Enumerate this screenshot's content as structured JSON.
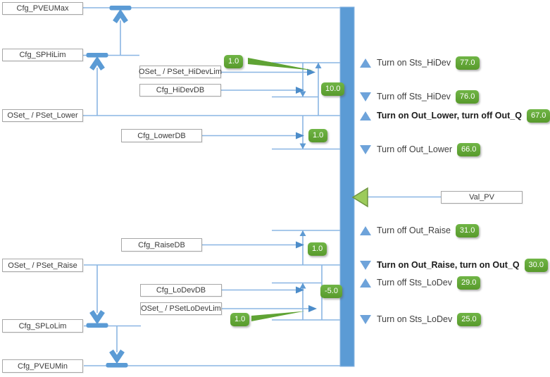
{
  "boxes": {
    "pveumax": "Cfg_PVEUMax",
    "sphilim": "Cfg_SPHiLim",
    "pset_lower": "OSet_ / PSet_Lower",
    "pset_raise": "OSet_ / PSet_Raise",
    "splolim": "Cfg_SPLoLim",
    "pveumin": "Cfg_PVEUMin",
    "hidevlim": "OSet_ / PSet_HiDevLim",
    "hidevdb": "Cfg_HiDevDB",
    "lowerdb": "Cfg_LowerDB",
    "raisedb": "Cfg_RaiseDB",
    "lodevdb": "Cfg_LoDevDB",
    "lodevlim": "OSet_ / PSetLoDevLim",
    "val_pv": "Val_PV"
  },
  "value_badges": {
    "hidevlim_oset": "1.0",
    "hidev_span": "10.0",
    "lower_db": "1.0",
    "raise_db": "1.0",
    "lodev_span": "-5.0",
    "lodevlim_oset": "1.0"
  },
  "thresholds": [
    {
      "direction": "up",
      "label": "Turn on Sts_HiDev",
      "value": "77.0",
      "emphasis": false
    },
    {
      "direction": "down",
      "label": "Turn off Sts_HiDev",
      "value": "76.0",
      "emphasis": false
    },
    {
      "direction": "up",
      "label": "Turn on Out_Lower, turn off Out_Q",
      "value": "67.0",
      "emphasis": true
    },
    {
      "direction": "down",
      "label": "Turn off Out_Lower",
      "value": "66.0",
      "emphasis": false
    },
    {
      "direction": "up",
      "label": "Turn off Out_Raise",
      "value": "31.0",
      "emphasis": false
    },
    {
      "direction": "down",
      "label": "Turn on Out_Raise, turn on Out_Q",
      "value": "30.0",
      "emphasis": true
    },
    {
      "direction": "up",
      "label": "Turn off Sts_LoDev",
      "value": "29.0",
      "emphasis": false
    },
    {
      "direction": "down",
      "label": "Turn on Sts_LoDev",
      "value": "25.0",
      "emphasis": false
    }
  ],
  "colors": {
    "bar_blue": "#5B9BD5",
    "line_blue": "#8AB6E3",
    "arrowhead_blue": "#4C8CC9",
    "triangle_blue": "#6EA3DA",
    "badge_green": "#5FA334",
    "pv_arrow_green": "#9CCB5B"
  }
}
